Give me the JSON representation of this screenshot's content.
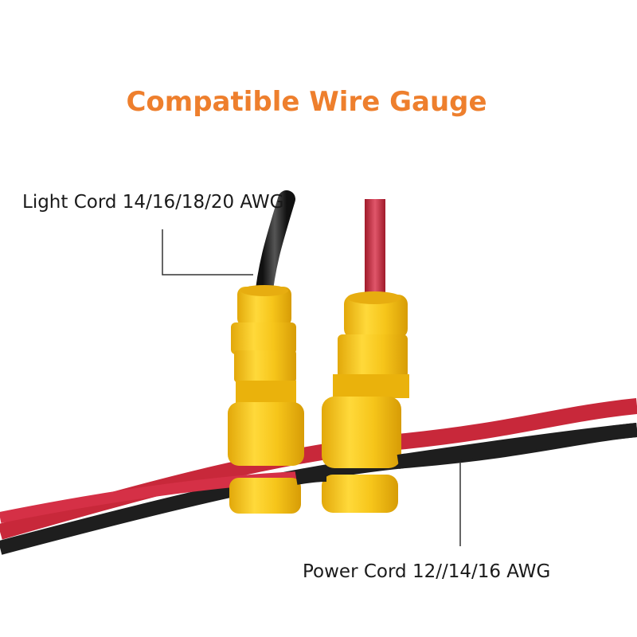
{
  "title": "Compatible Wire Gauge",
  "labels": {
    "light_cord": "Light Cord 14/16/18/20 AWG",
    "power_cord": "Power Cord 12//14/16 AWG"
  },
  "colors": {
    "title": "#EE7F2D",
    "connector_yellow": "#F5C518",
    "wire_red": "#C8283A",
    "wire_black": "#1E1E1E"
  },
  "icons": {
    "connector": "waterproof-wire-connector",
    "wire": "electrical-cable"
  }
}
